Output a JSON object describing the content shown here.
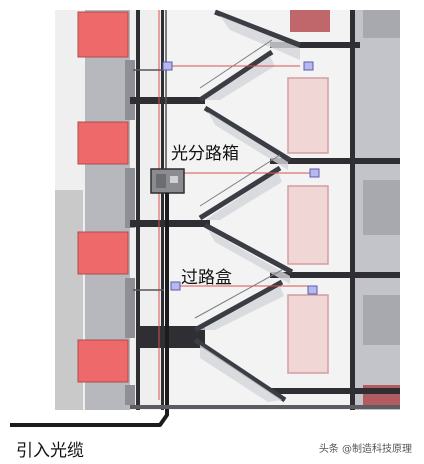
{
  "labels": {
    "distribution_box": "光分路箱",
    "junction_box": "过路盒",
    "incoming_cable": "引入光缆"
  },
  "watermark": "头条 @制造科技原理",
  "colors": {
    "red_panel": "#ee6a6a",
    "concrete": "#cfcfd1",
    "dark_structure": "#2e2e33",
    "stair": "#3a3d44",
    "door": "#e8b9ba",
    "junction_box": "#b6b8f2",
    "cable": "#1c1c1c"
  }
}
